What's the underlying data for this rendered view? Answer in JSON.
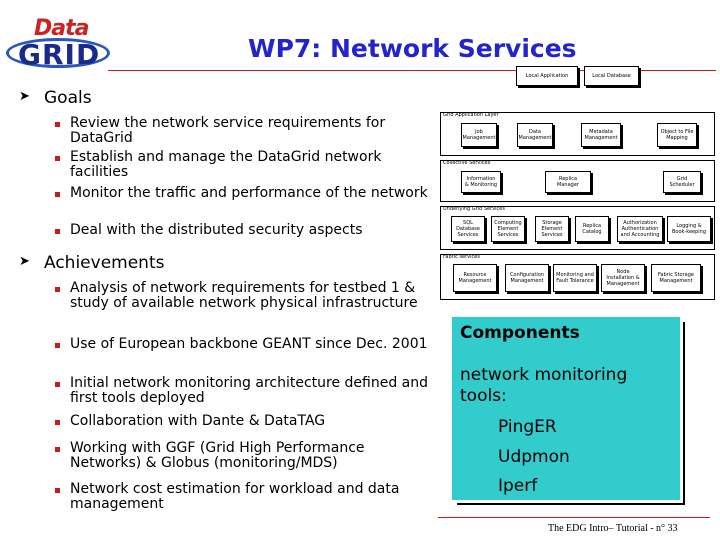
{
  "logo": {
    "word_top": "Data",
    "word_bottom": "GRID"
  },
  "title": "WP7: Network Services",
  "goals": {
    "heading": "Goals",
    "items": [
      "Review the network service requirements for DataGrid",
      "Establish and manage the DataGrid network facilities",
      "Monitor the traffic and performance of the network",
      "Deal with the distributed security aspects"
    ]
  },
  "achievements": {
    "heading": "Achievements",
    "items": [
      "Analysis of network requirements for testbed 1 & study of available network physical infrastructure",
      "Use of European backbone GEANT since Dec. 2001",
      "Initial network monitoring architecture defined and first tools deployed",
      "Collaboration with Dante & DataTAG",
      "Working with GGF (Grid High Performance Networks) & Globus (monitoring/MDS)",
      "Network cost estimation for workload and data management"
    ]
  },
  "diagram": {
    "top_boxes": [
      "Local Application",
      "Local Database"
    ],
    "layers": [
      {
        "label": "Grid Application Layer",
        "boxes": [
          "Job Management",
          "Data Management",
          "Metadata Management",
          "Object to File Mapping"
        ]
      },
      {
        "label": "Collective Services",
        "boxes": [
          "Information & Monitoring",
          "Replica Manager",
          "Grid Scheduler"
        ]
      },
      {
        "label": "Underlying Grid Services",
        "boxes": [
          "SQL Database Services",
          "Computing Element Services",
          "Storage Element Services",
          "Replica Catalog",
          "Authorization Authentication and Accounting",
          "Logging & Book-keeping"
        ]
      },
      {
        "label": "Fabric services",
        "boxes": [
          "Resource Management",
          "Configuration Management",
          "Monitoring and Fault Tolerance",
          "Node Installation & Management",
          "Fabric Storage Management"
        ]
      }
    ]
  },
  "components": {
    "title": "Components",
    "subtitle_line1": "network monitoring",
    "subtitle_line2": "tools:",
    "tools": [
      "PingER",
      "Udpmon",
      "Iperf"
    ]
  },
  "footer": "The EDG Intro– Tutorial - n° 33",
  "colors": {
    "title": "#2424cc",
    "bullet": "#c81c1c",
    "components_bg": "#33cccc",
    "rule": "#c81c1c"
  }
}
